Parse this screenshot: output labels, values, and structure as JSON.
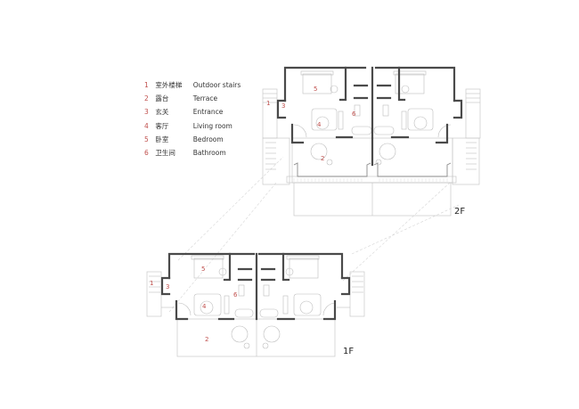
{
  "legend": {
    "items": [
      {
        "num": "1",
        "cn": "室外楼梯",
        "en": "Outdoor stairs"
      },
      {
        "num": "2",
        "cn": "露台",
        "en": "Terrace"
      },
      {
        "num": "3",
        "cn": "玄关",
        "en": "Entrance"
      },
      {
        "num": "4",
        "cn": "客厅",
        "en": "Living room"
      },
      {
        "num": "5",
        "cn": "卧室",
        "en": "Bedroom"
      },
      {
        "num": "6",
        "cn": "卫生间",
        "en": "Bathroom"
      }
    ]
  },
  "floors": {
    "upper": {
      "label": "2F"
    },
    "lower": {
      "label": "1F"
    }
  },
  "room_tags": {
    "outdoor_stairs": "1",
    "terrace": "2",
    "entrance": "3",
    "living_room": "4",
    "bedroom": "5",
    "bathroom": "6"
  },
  "colors": {
    "wall": "#4a4a4a",
    "thin_line": "#c8c8c8",
    "tag": "#c0504d",
    "background": "#ffffff"
  }
}
